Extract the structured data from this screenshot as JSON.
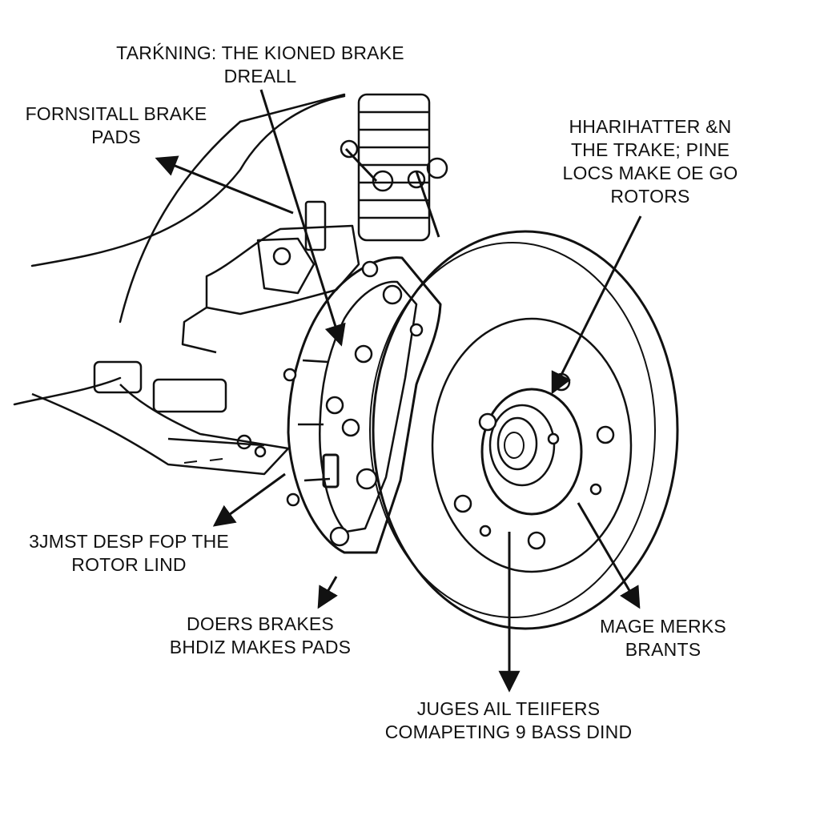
{
  "callouts": {
    "top": {
      "line1": "TARḰNING: THE KIONED BRAKE",
      "line2": "DREALL"
    },
    "pads": {
      "line1": "FORNSITALL BRAKE",
      "line2": "PADS"
    },
    "rotors": {
      "line1": "HHARIHATTER &N",
      "line2": "THE TRAKE; PINE",
      "line3": "LOCS MAKE OE GO",
      "line4": "ROTORS"
    },
    "rotor_lind": {
      "line1": "3JMST DESP FOP THE",
      "line2": "ROTOR LIND"
    },
    "brakes": {
      "line1": "DOERS BRAKES",
      "line2": "BHDIZ MAKES PADS"
    },
    "merks": {
      "line1": "MAGE MERKS",
      "line2": "BRANTS"
    },
    "bottom": {
      "line1": "JUGES AIL TEIIFERS",
      "line2": "COMAPETING 9 BASS DIND"
    }
  },
  "colors": {
    "ink": "#111111",
    "background": "#ffffff"
  }
}
